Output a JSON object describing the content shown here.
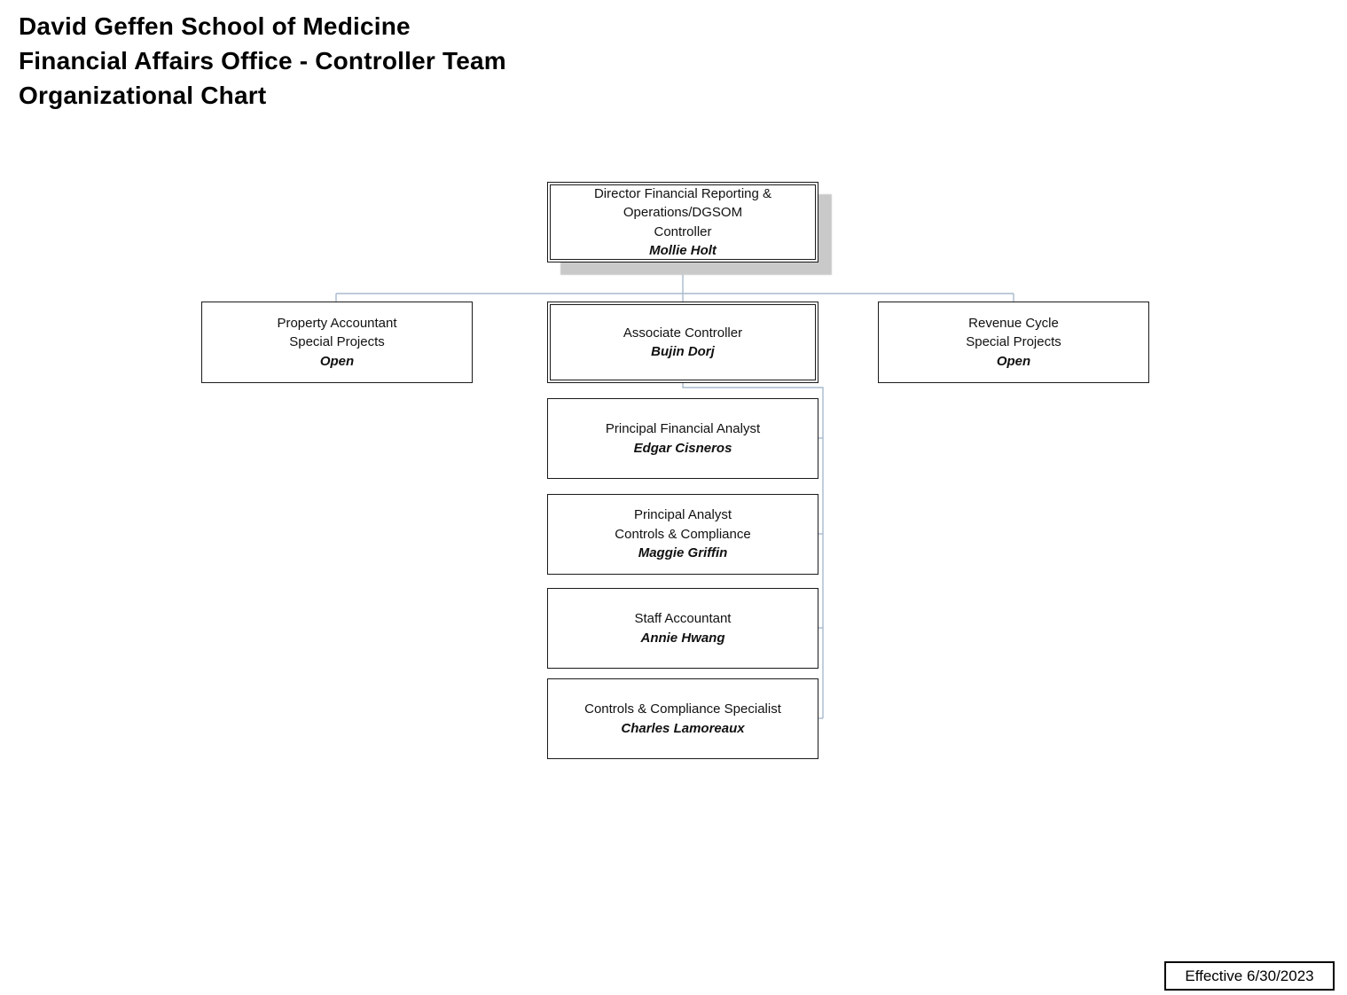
{
  "title": {
    "line1": "David Geffen School of Medicine",
    "line2": "Financial Affairs Office - Controller Team",
    "line3": "Organizational Chart"
  },
  "effective": "Effective 6/30/2023",
  "nodes": {
    "director": {
      "title1": "Director Financial Reporting &",
      "title2": "Operations/DGSOM",
      "title3": "Controller",
      "name": "Mollie Holt"
    },
    "property": {
      "title1": "Property Accountant",
      "title2": "Special Projects",
      "name": "Open"
    },
    "associate": {
      "title1": "Associate Controller",
      "name": "Bujin Dorj"
    },
    "revenue": {
      "title1": "Revenue Cycle",
      "title2": "Special Projects",
      "name": "Open"
    },
    "principal_financial_analyst": {
      "title1": "Principal Financial Analyst",
      "name": "Edgar Cisneros"
    },
    "principal_analyst_controls": {
      "title1": "Principal Analyst",
      "title2": "Controls & Compliance",
      "name": "Maggie Griffin"
    },
    "staff_accountant": {
      "title1": "Staff Accountant",
      "name": "Annie Hwang"
    },
    "controls_compliance_specialist": {
      "title1": "Controls & Compliance Specialist",
      "name": "Charles Lamoreaux"
    }
  },
  "colors": {
    "connector": "#a7bacd",
    "box_border": "#1a1a1a",
    "shadow": "#c9c9c9"
  },
  "org_hierarchy": {
    "root": "Director Financial Reporting & Operations/DGSOM Controller — Mollie Holt",
    "reports": [
      "Property Accountant Special Projects — Open",
      "Associate Controller — Bujin Dorj",
      "Revenue Cycle Special Projects — Open"
    ],
    "associate_controller_reports": [
      "Principal Financial Analyst — Edgar Cisneros",
      "Principal Analyst Controls & Compliance — Maggie Griffin",
      "Staff Accountant — Annie Hwang",
      "Controls & Compliance Specialist — Charles Lamoreaux"
    ]
  }
}
